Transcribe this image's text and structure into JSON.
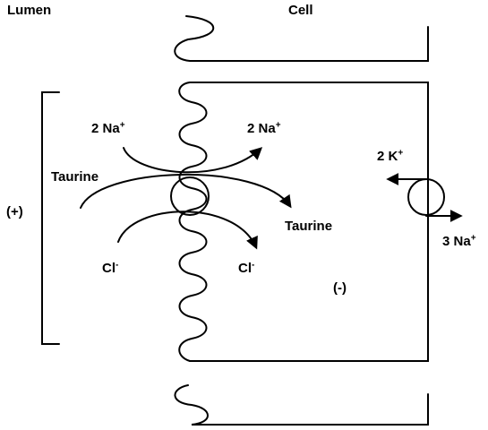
{
  "labels": {
    "lumen": "Lumen",
    "cell": "Cell",
    "plus": "(+)",
    "minus": "(-)",
    "na_in": "2 Na",
    "na_in_sup": "+",
    "na_out": "2 Na",
    "na_out_sup": "+",
    "taurine_in": "Taurine",
    "taurine_out": "Taurine",
    "cl_in": "Cl",
    "cl_in_sup": "-",
    "cl_out": "Cl",
    "cl_out_sup": "-",
    "k": "2 K",
    "k_sup": "+",
    "na3": "3 Na",
    "na3_sup": "+"
  },
  "colors": {
    "ink": "#000000",
    "background": "#ffffff"
  }
}
